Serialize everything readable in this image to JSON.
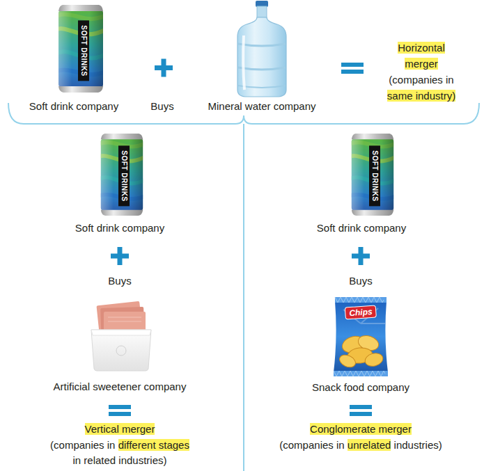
{
  "diagram": {
    "nodes": [
      {
        "text": [
          "SOFT DRINKS",
          "Soft drink company"
        ]
      },
      {
        "text": [
          "Mineral water company"
        ]
      },
      {
        "text": [
          "SOFT DRINKS",
          "Soft drink company"
        ]
      },
      {
        "text": [
          "Artificial sweetener company"
        ]
      },
      {
        "text": [
          "SOFT DRINKS",
          "Soft drink company"
        ]
      },
      {
        "text": [
          "Chips",
          "Snack food company"
        ]
      }
    ],
    "labels": [
      "Buys",
      "Horizontal merger (companies in same industry)",
      "Buys",
      "Vertical merger (companies in different stages in related industries)",
      "Buys",
      "Conglomerate merger (companies in unrelated industries)"
    ]
  }
}
